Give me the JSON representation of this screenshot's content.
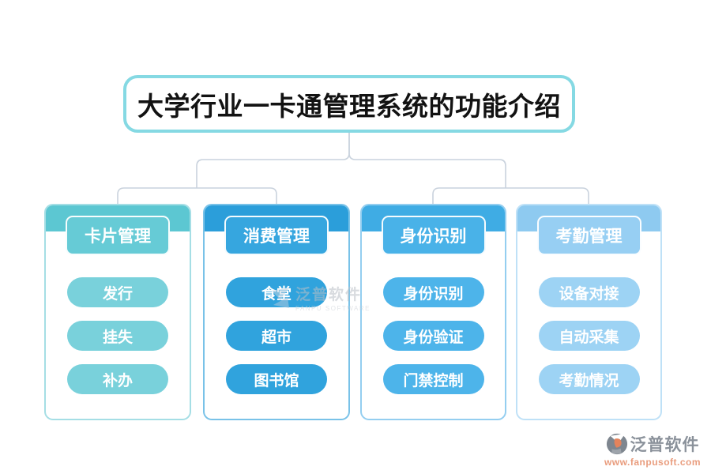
{
  "title": "大学行业一卡通管理系统的功能介绍",
  "columns": [
    {
      "header": "卡片管理",
      "items": [
        "发行",
        "挂失",
        "补办"
      ],
      "colors": {
        "band": "#5cc7d2",
        "header": "#66cbd6",
        "item": "#79d1db",
        "border": "#a5dee5"
      }
    },
    {
      "header": "消费管理",
      "items": [
        "食堂",
        "超市",
        "图书馆"
      ],
      "colors": {
        "band": "#2b9eda",
        "header": "#36a6df",
        "item": "#30a3dd",
        "border": "#79c2e8"
      }
    },
    {
      "header": "身份识别",
      "items": [
        "身份识别",
        "身份验证",
        "门禁控制"
      ],
      "colors": {
        "band": "#3face4",
        "header": "#49b2e8",
        "item": "#4db4ea",
        "border": "#94cef0"
      }
    },
    {
      "header": "考勤管理",
      "items": [
        "设备对接",
        "自动采集",
        "考勤情况"
      ],
      "colors": {
        "band": "#8ecaf0",
        "header": "#97cff3",
        "item": "#9dd3f4",
        "border": "#bfe1f7"
      }
    }
  ],
  "watermark": {
    "name": "泛普软件",
    "subtext": "FANPU SOFTWARE"
  },
  "footer": {
    "brand": "泛普软件",
    "url": "www.fanpusoft.com"
  },
  "palette": {
    "title_border": "#85d9e3",
    "title_text": "#121212",
    "connector": "#c9d2dd",
    "logo_gray": "#7e868f",
    "logo_orange": "#e4835c",
    "url_orange": "#e99c7d"
  }
}
